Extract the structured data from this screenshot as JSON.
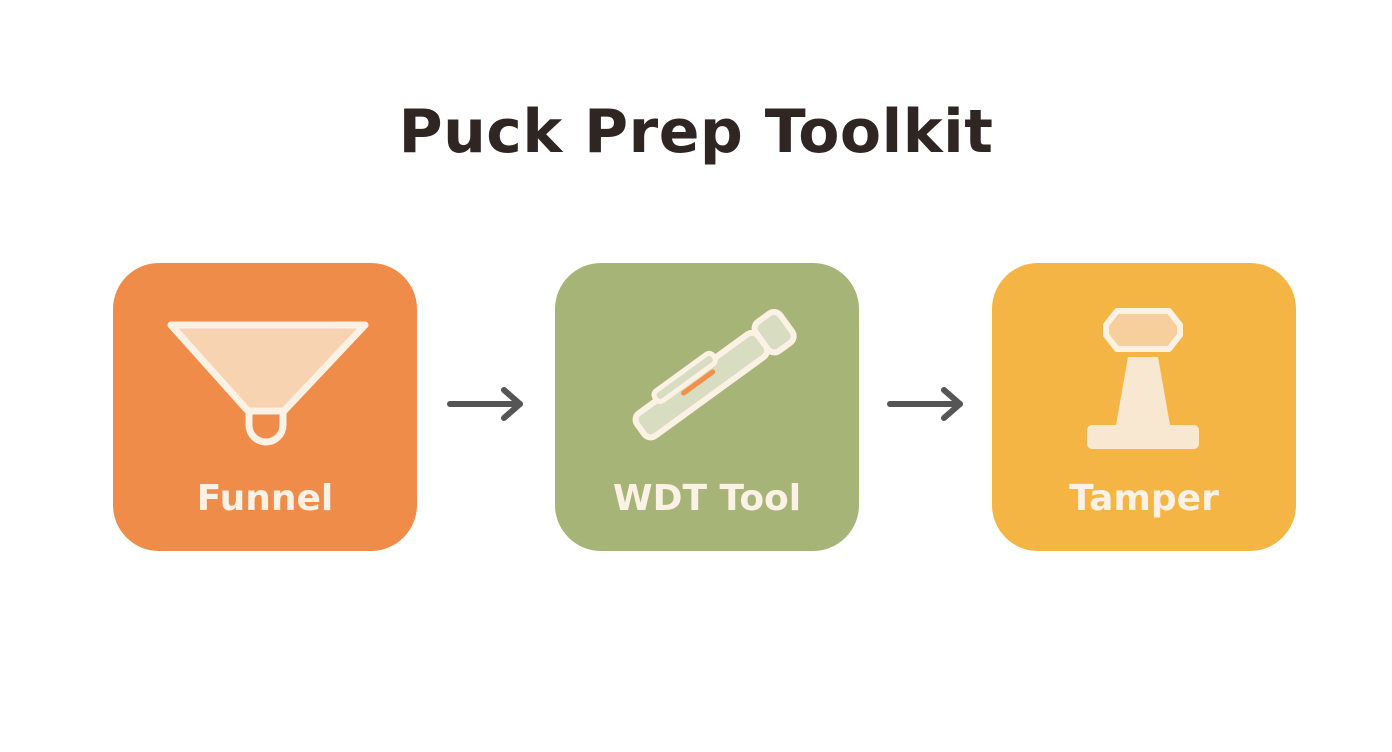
{
  "title": "Puck Prep Toolkit",
  "steps": [
    {
      "label": "Funnel",
      "icon": "funnel-icon",
      "color": "#f08c49"
    },
    {
      "label": "WDT Tool",
      "icon": "wdt-tool-icon",
      "color": "#a7b478"
    },
    {
      "label": "Tamper",
      "icon": "tamper-icon",
      "color": "#f4b545"
    }
  ],
  "colors": {
    "title": "#2f2624",
    "label": "#fbf1e4",
    "arrow": "#555555",
    "icon_fill": "#f7e4cf",
    "icon_stroke": "#fbf1e4"
  }
}
